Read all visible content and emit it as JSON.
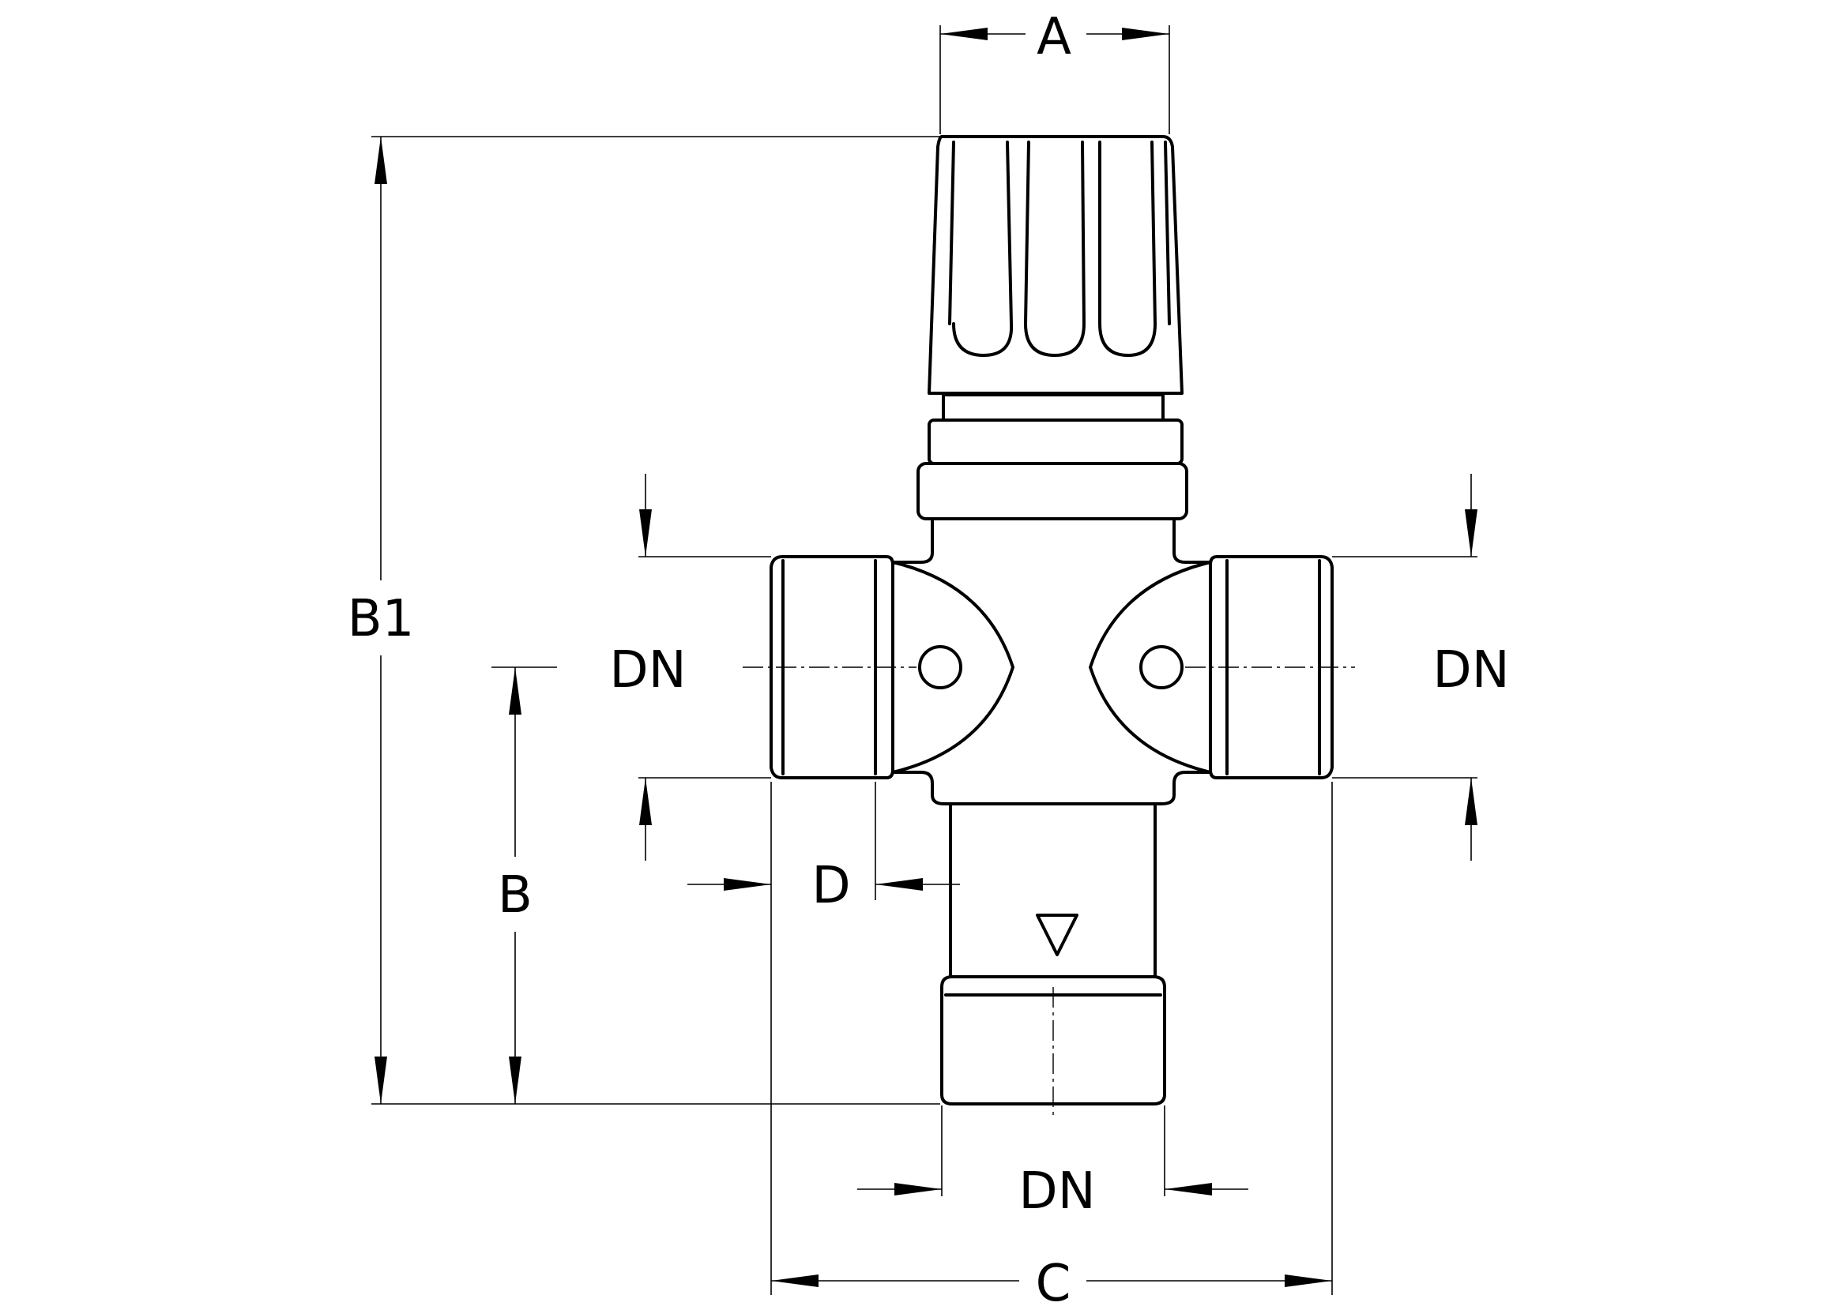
{
  "drawing": {
    "labels": {
      "A": "A",
      "B1": "B1",
      "B": "B",
      "C": "C",
      "D": "D",
      "DN_left": "DN",
      "DN_right": "DN",
      "DN_bottom": "DN"
    },
    "flow_symbol": "∇"
  }
}
